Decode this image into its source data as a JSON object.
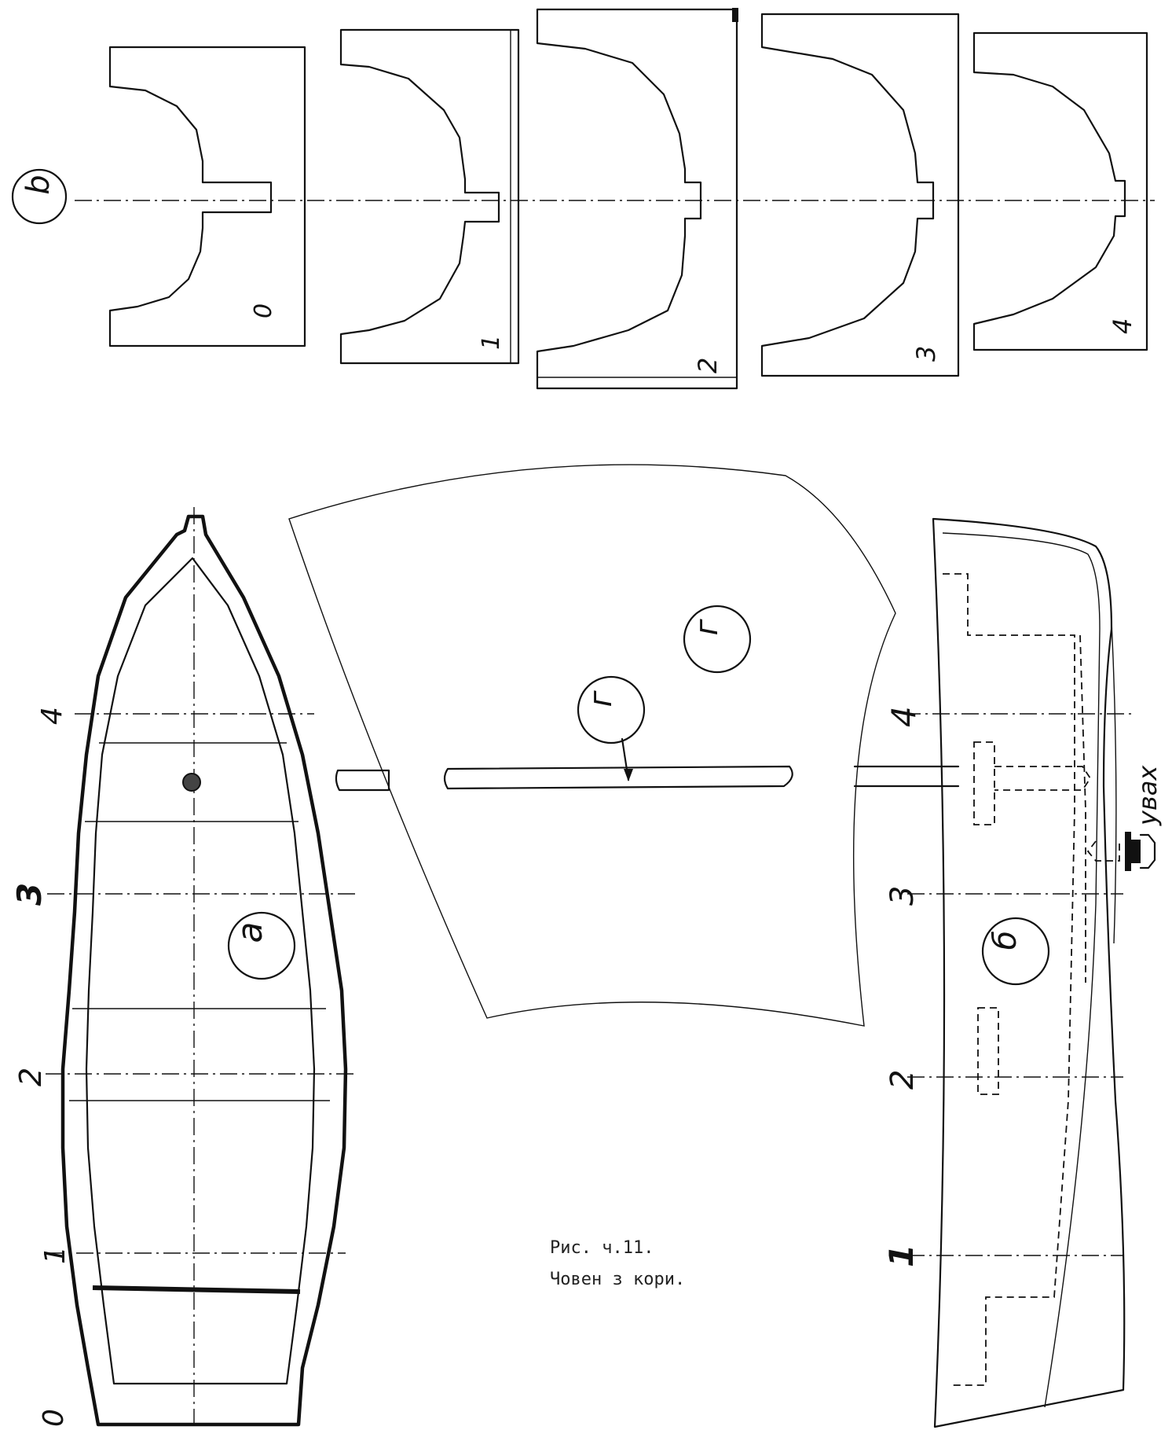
{
  "figure": {
    "caption_line1": "Рис. ч.11.",
    "caption_line2": "Човен з кори."
  },
  "labels": {
    "sections_view": "b",
    "plan_view": "a",
    "side_view": "б",
    "sail": "г",
    "mast": "г",
    "section_numbers": [
      "0",
      "1",
      "2",
      "3",
      "4"
    ],
    "plan_stations": [
      "0",
      "1",
      "2",
      "3",
      "4"
    ],
    "side_stations": [
      "1",
      "2",
      "3",
      "4"
    ],
    "note": "увах"
  }
}
